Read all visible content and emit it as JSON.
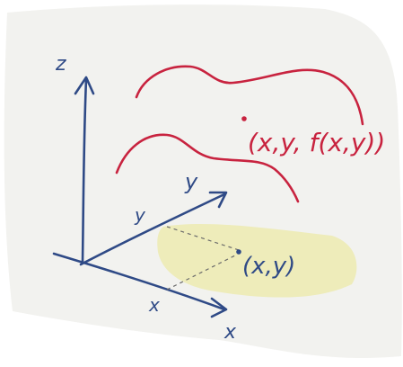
{
  "labels": {
    "z_axis": "z",
    "x_axis": "x",
    "y_axis": "y",
    "y_axis_near": "y",
    "x_axis_near": "x",
    "point_xy": "(x,y)",
    "point_xyf": "(x,y, f(x,y))"
  },
  "colors": {
    "paper": "#f2f2ef",
    "ink": "#2f4a86",
    "red_ink": "#c8233f",
    "highlighter": "#ece9a8"
  }
}
